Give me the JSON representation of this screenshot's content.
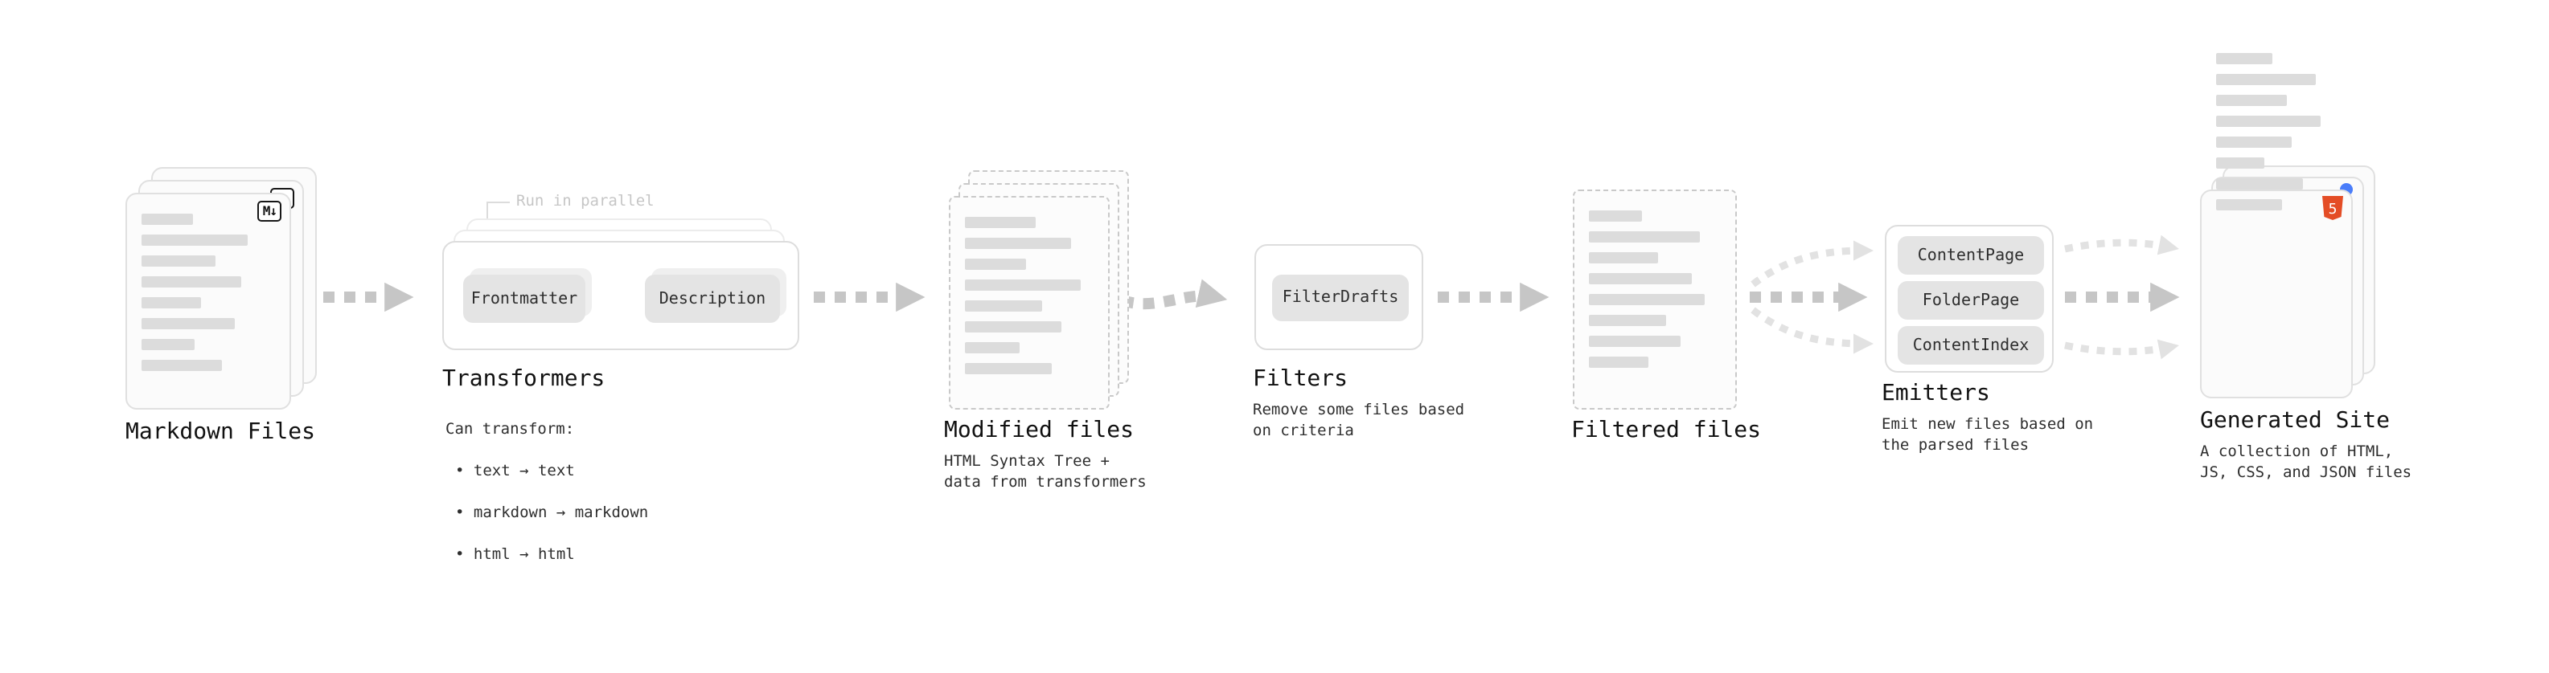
{
  "diagram": {
    "markdown_files": {
      "label": "Markdown Files",
      "badge": "M↓",
      "bars": [
        38,
        80,
        55,
        75,
        45,
        70,
        40,
        60
      ]
    },
    "transformers": {
      "label": "Transformers",
      "parallel_note": "Run in parallel",
      "buttons": [
        "Frontmatter",
        "Description"
      ],
      "desc_title": "Can transform:",
      "desc_items": [
        "• text → text",
        "• markdown → markdown",
        "• html → html"
      ]
    },
    "modified_files": {
      "label": "Modified files",
      "desc": "HTML Syntax Tree +\ndata from transformers",
      "bars": [
        55,
        82,
        48,
        90,
        60,
        75,
        42,
        68
      ]
    },
    "filters": {
      "label": "Filters",
      "button": "FilterDrafts",
      "desc": "Remove some files based\non criteria"
    },
    "filtered_files": {
      "label": "Filtered files",
      "bars": [
        40,
        84,
        52,
        78,
        88,
        58,
        70,
        45
      ]
    },
    "emitters": {
      "label": "Emitters",
      "buttons": [
        "ContentPage",
        "FolderPage",
        "ContentIndex"
      ],
      "desc": "Emit new files based on\nthe parsed files"
    },
    "generated_site": {
      "label": "Generated Site",
      "html5_badge": "5",
      "desc": "A collection of HTML,\nJS, CSS, and JSON files"
    },
    "colors": {
      "arrow": "#c6c6c6",
      "arrow_light": "#e2e2e2",
      "html5_orange": "#e44d26",
      "badge_blue": "#4a7dfa"
    }
  }
}
